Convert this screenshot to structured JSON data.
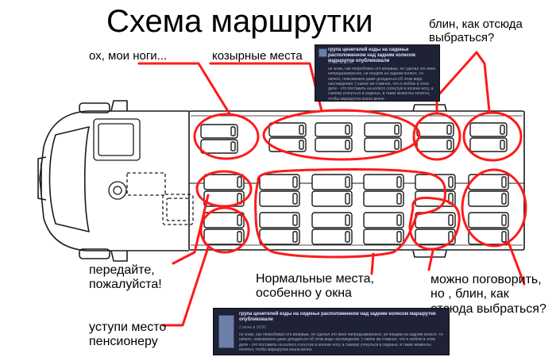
{
  "title": "Схема маршрутки",
  "annotations": {
    "legs": "ох, мои ноги...",
    "best_seats": "козырные места",
    "exit_top": "блин, как отсюда\nвыбраться?",
    "pass_please": "передайте,\nпожалуйста!",
    "normal_seats": "Нормальные места,\nособенно у окна",
    "talk": "можно поговорить,\nно , блин, как\nотсюда выбраться?",
    "pensioner": "уступи место\nпенсионеру"
  },
  "posts": {
    "top": {
      "title": "група ценителей езды на сиденье расположенном над задним колесом маршрутки опубликовали",
      "date": "1 янв. в 16:00",
      "body": "не знаю, как попробовал это впервые, но сделал это явно непреднамеренно, не поедем на заднем колесе, то-ничего, невозможно даже догадаться об этом виде наслаждения :) самое же главное, что я люблю в этом деле - это поставить на колесо согнутую в колене ногу, а самому уткнуться в сиденье, в такие моменты хочется, чтобы маршрутка ехала вечно"
    },
    "bottom": {
      "title": "група ценителей езды на сиденье расположенном над задним колесом маршрутки опубликовали",
      "date": "2 июнь в 18:00",
      "body": "не знаю, как попробовал это впервые, но сделал это явно непреднамеренно, не поедем на заднем колесе, то-ничего, невозможно даже догадаться об этом виде наслаждения :) самое же главное, что я люблю в этом деле - это поставить на колесо согнутую в колене ногу, а самому уткнуться в сиденье, в такие моменты хочется, чтобы маршрутка ехала вечно"
    }
  },
  "colors": {
    "outline": "#ff1a1a",
    "vehicle": "#1a1a1a",
    "post_bg": "#1f2236"
  }
}
